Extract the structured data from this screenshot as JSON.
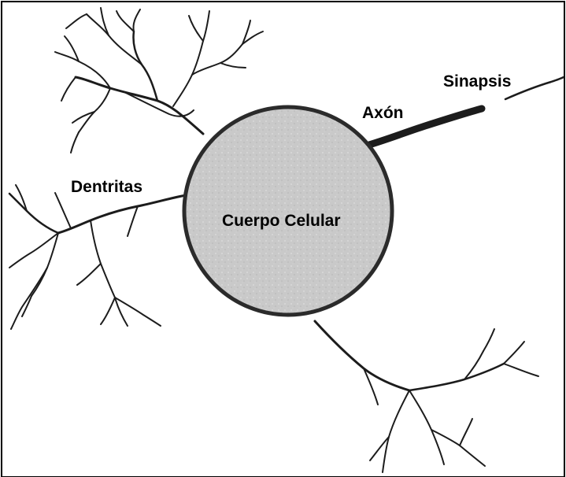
{
  "diagram": {
    "labels": {
      "dendrites": "Dentritas",
      "cell_body": "Cuerpo Celular",
      "axon": "Axón",
      "synapse": "Sinapsis"
    },
    "colors": {
      "background": "#ffffff",
      "border": "#000000",
      "ink": "#1c1c1c",
      "cell_body_fill": "#c9c9c9",
      "cell_body_stroke": "#2b2b2b"
    }
  }
}
